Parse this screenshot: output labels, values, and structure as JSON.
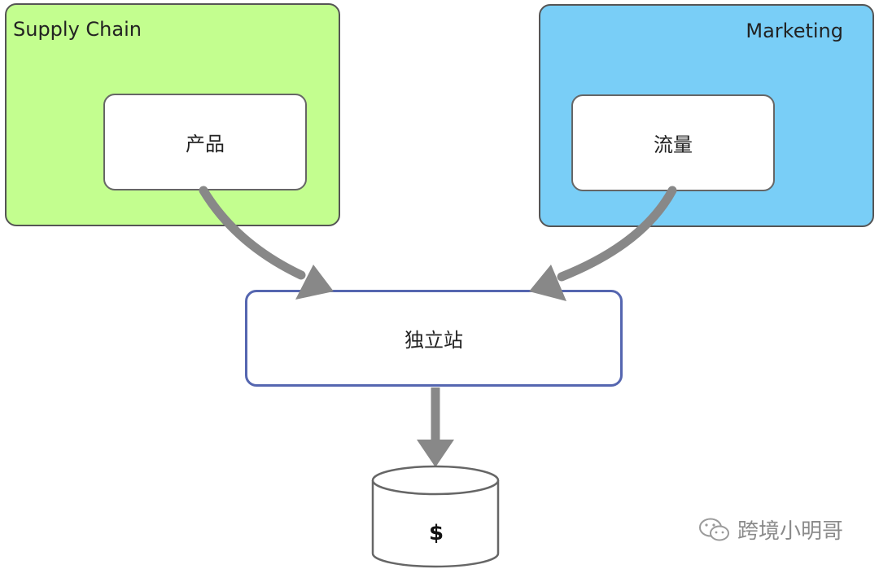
{
  "groups": {
    "supply_chain": {
      "title": "Supply Chain",
      "color": "#c3fe8f",
      "node_label": "产品"
    },
    "marketing": {
      "title": "Marketing",
      "color": "#79cef7",
      "node_label": "流量"
    }
  },
  "center_node": {
    "label": "独立站",
    "border_color": "#5566b0"
  },
  "database": {
    "label": "$"
  },
  "arrows": {
    "color": "#888888",
    "edges": [
      {
        "from": "产品",
        "to": "独立站"
      },
      {
        "from": "流量",
        "to": "独立站"
      },
      {
        "from": "独立站",
        "to": "$"
      }
    ]
  },
  "watermark": {
    "icon": "wechat-icon",
    "text": "跨境小明哥"
  }
}
